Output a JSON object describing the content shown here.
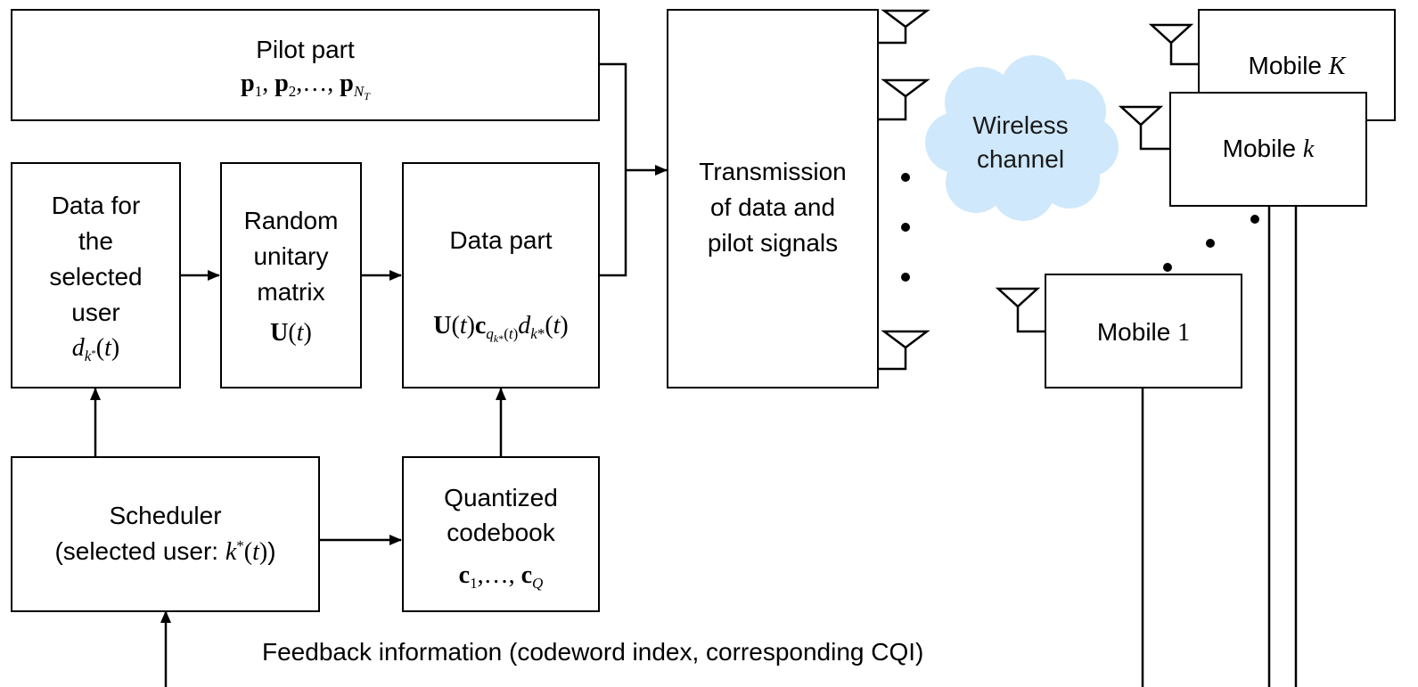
{
  "pilot": {
    "title": "Pilot part",
    "formula": "p1, p2, …, pNT"
  },
  "data_for_user": {
    "lines": [
      "Data for",
      "the",
      "selected",
      "user"
    ],
    "formula": "dk*(t)"
  },
  "random_matrix": {
    "lines": [
      "Random",
      "unitary",
      "matrix"
    ],
    "formula": "U(t)"
  },
  "data_part": {
    "title": "Data part",
    "formula": "U(t)cqk*(t)dk*(t)"
  },
  "transmission": {
    "lines": [
      "Transmission",
      "of data and",
      "pilot signals"
    ]
  },
  "cloud": {
    "lines": [
      "Wireless",
      "channel"
    ],
    "color": "#cfe8fb"
  },
  "mobiles": {
    "prefix": "Mobile",
    "K": "K",
    "k": "k",
    "one": "1"
  },
  "scheduler": {
    "title": "Scheduler",
    "subtitle_prefix": "(selected user: ",
    "subtitle_formula": "k*(t)",
    "subtitle_suffix": ")"
  },
  "codebook": {
    "lines": [
      "Quantized",
      "codebook"
    ],
    "formula": "c1, …, cQ"
  },
  "feedback": {
    "label": "Feedback information (codeword index, corresponding CQI)"
  },
  "colors": {
    "stroke": "#000000",
    "background": "#ffffff"
  }
}
